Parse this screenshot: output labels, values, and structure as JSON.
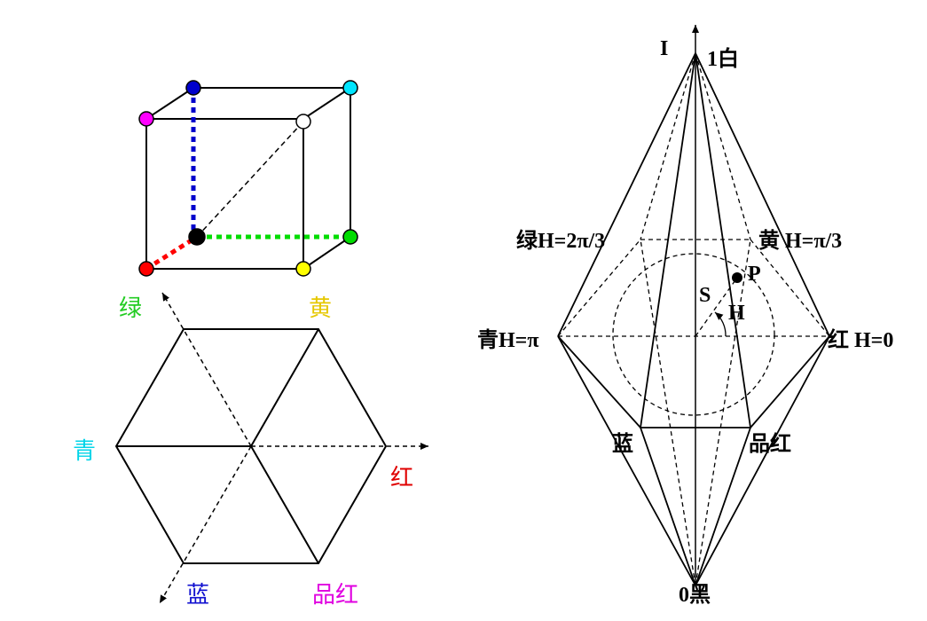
{
  "hexagon_labels": {
    "green": "绿",
    "yellow": "黄",
    "cyan": "青",
    "red": "红",
    "blue": "蓝",
    "magenta": "品红"
  },
  "bicone_labels": {
    "intensity_axis": "I",
    "white": "1白",
    "black": "0黑",
    "green_hue": "绿H=2π/3",
    "yellow_hue": "黄 H=π/3",
    "cyan_hue": "青H=π",
    "red_hue": "红 H=0",
    "blue": "蓝",
    "magenta": "品红",
    "point": "P",
    "saturation": "S",
    "hue": "H"
  },
  "colors": {
    "red": "#ff0000",
    "green": "#00dd00",
    "blue": "#0000cc",
    "cyan": "#00e5ff",
    "magenta": "#ff00ff",
    "yellow": "#ffff00",
    "white": "#ffffff",
    "black": "#000000",
    "red_text": "#e00000",
    "green_text": "#22cc22",
    "yellow_text": "#e6c800",
    "cyan_text": "#00d4e8",
    "blue_text": "#1010d0",
    "magenta_text": "#e000e0"
  }
}
